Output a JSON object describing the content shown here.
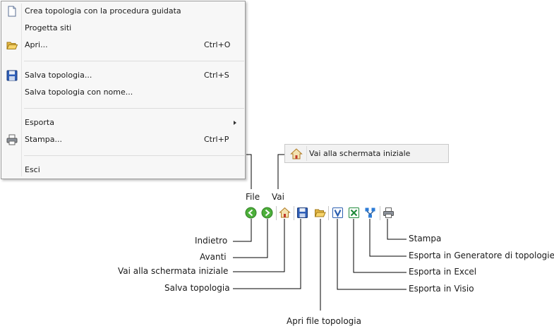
{
  "file_menu": {
    "items": [
      {
        "label": "Crea topologia con la procedura guidata",
        "icon": "new-document-icon",
        "shortcut": ""
      },
      {
        "label": "Progetta siti",
        "icon": "",
        "shortcut": ""
      },
      {
        "label": "Apri...",
        "icon": "open-folder-icon",
        "shortcut": "Ctrl+O"
      },
      {
        "label": "Salva topologia...",
        "icon": "floppy-disk-icon",
        "shortcut": "Ctrl+S"
      },
      {
        "label": "Salva topologia con nome...",
        "icon": "",
        "shortcut": ""
      },
      {
        "label": "Esporta",
        "icon": "",
        "shortcut": "",
        "has_submenu": true
      },
      {
        "label": "Stampa...",
        "icon": "printer-icon",
        "shortcut": "Ctrl+P"
      },
      {
        "label": "Esci",
        "icon": "",
        "shortcut": ""
      }
    ]
  },
  "vai_popup": {
    "label": "Vai alla schermata iniziale",
    "icon": "home-icon"
  },
  "toolbar": {
    "menu_labels": {
      "file": "File",
      "vai": "Vai"
    },
    "buttons": [
      {
        "name": "back",
        "icon": "back-arrow-icon"
      },
      {
        "name": "forward",
        "icon": "forward-arrow-icon"
      },
      {
        "name": "home",
        "icon": "home-icon"
      },
      {
        "name": "save",
        "icon": "floppy-disk-icon"
      },
      {
        "name": "open",
        "icon": "open-folder-icon"
      },
      {
        "name": "visio",
        "icon": "visio-icon"
      },
      {
        "name": "excel",
        "icon": "excel-icon"
      },
      {
        "name": "topology-generator",
        "icon": "topology-generator-icon"
      },
      {
        "name": "print",
        "icon": "printer-icon"
      }
    ]
  },
  "callouts": {
    "indietro": "Indietro",
    "avanti": "Avanti",
    "home": "Vai alla schermata iniziale",
    "save": "Salva topologia",
    "open": "Apri file topologia",
    "visio": "Esporta in Visio",
    "excel": "Esporta in Excel",
    "generator": "Esporta in Generatore di topologie",
    "print": "Stampa"
  },
  "colors": {
    "menu_bg": "#f7f7f7",
    "nav_green": "#4caf3a",
    "save_blue": "#2f5fb8",
    "excel_green": "#1f8a3b",
    "visio_blue": "#2c5fb0"
  }
}
